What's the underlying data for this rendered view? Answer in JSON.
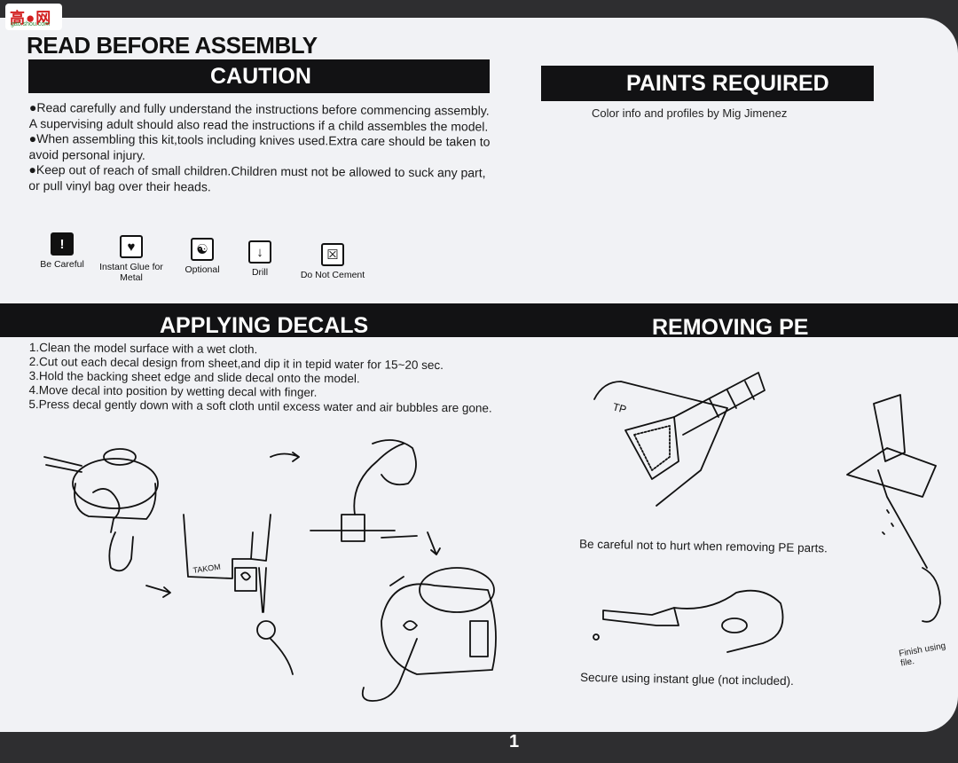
{
  "watermark": {
    "main": "高●网",
    "sub": "gao.shou.com"
  },
  "title": "READ BEFORE ASSEMBLY",
  "caution": {
    "heading": "CAUTION",
    "paragraphs": [
      "●Read carefully and fully understand the instructions before commencing assembly.",
      "A supervising adult should also read the instructions if a child assembles the model.",
      "●When assembling this kit,tools including knives used.Extra care should be taken to",
      "avoid personal injury.",
      "●Keep out of reach of small children.Children must not be allowed to suck any part,",
      "or pull vinyl bag over their heads."
    ]
  },
  "symbols": [
    {
      "icon": "exclamation-icon",
      "glyph": "!",
      "label": "Be Careful"
    },
    {
      "icon": "broken-heart-icon",
      "glyph": "♥",
      "label": "Instant Glue for Metal"
    },
    {
      "icon": "yin-yang-icon",
      "glyph": "☯",
      "label": "Optional"
    },
    {
      "icon": "drill-icon",
      "glyph": "↓",
      "label": "Drill"
    },
    {
      "icon": "crossed-box-icon",
      "glyph": "☒",
      "label": "Do Not Cement"
    }
  ],
  "paints": {
    "heading": "PAINTS REQUIRED",
    "info": "Color info and profiles by Mig Jimenez"
  },
  "decals": {
    "heading": "APPLYING DECALS",
    "steps": [
      "1.Clean the model surface with a wet cloth.",
      "2.Cut out each decal design from sheet,and dip it in tepid water for 15~20 sec.",
      "3.Hold the backing sheet edge and slide decal onto the model.",
      "4.Move decal into position by wetting decal with finger.",
      "5.Press decal gently down with a soft cloth until excess water and air bubbles are gone."
    ],
    "sheet_label": "TAKOM"
  },
  "pe": {
    "heading": "REMOVING PE",
    "fret_label": "TP",
    "caption_careful": "Be careful not to hurt when removing PE parts.",
    "caption_glue": "Secure using instant glue (not included).",
    "caption_file": "Finish using file."
  },
  "page_number": "1"
}
